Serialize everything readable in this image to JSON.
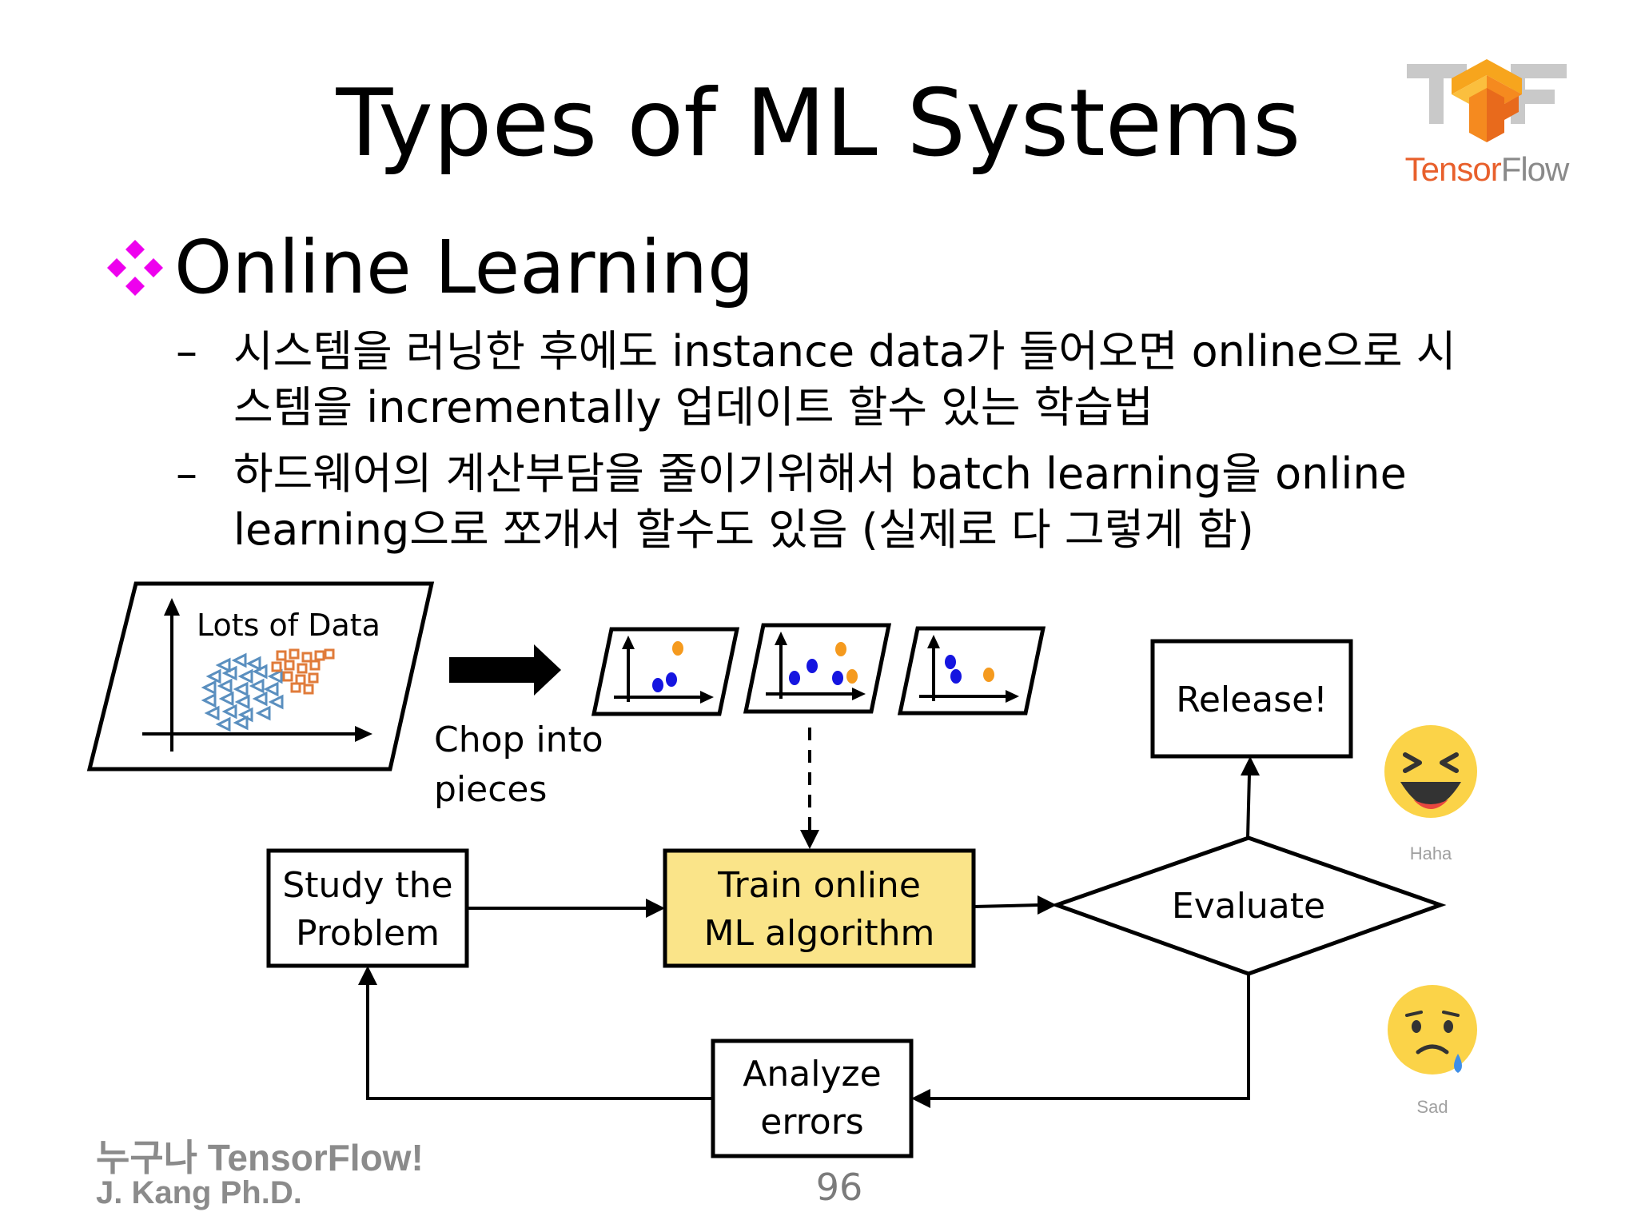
{
  "title": "Types of ML Systems",
  "logo": {
    "text_part1": "Tensor",
    "text_part2": "Flow",
    "primary_color": "#f5a020",
    "secondary_color": "#e8602c"
  },
  "heading": {
    "text": "Online Learning",
    "bullet_color": "#ee00ee"
  },
  "bullets": [
    {
      "dash": "–",
      "text": "시스템을 러닝한 후에도 instance data가 들어오면 online으로 시스템을 incrementally 업데이트 할수 있는 학습법"
    },
    {
      "dash": "–",
      "text": "하드웨어의 계산부담을 줄이기위해서  batch learning을 online learning으로 쪼개서 할수도 있음 (실제로 다 그렇게 함)"
    }
  ],
  "diagram": {
    "lots_of_data": "Lots of Data",
    "chop_line1": "Chop into",
    "chop_line2": "pieces",
    "release": "Release!",
    "study_line1": "Study the",
    "study_line2": "Problem",
    "train_line1": "Train online",
    "train_line2": "ML algorithm",
    "evaluate": "Evaluate",
    "analyze_line1": "Analyze",
    "analyze_line2": "errors",
    "train_fill": "#fae489",
    "point_colors": {
      "blue": "#1515e0",
      "orange": "#f59a1e",
      "data_blue": "#5a8fbf",
      "data_orange": "#e07b3a"
    }
  },
  "emojis": [
    {
      "icon": "laughing-emoji",
      "label": "Haha"
    },
    {
      "icon": "sad-emoji",
      "label": "Sad"
    }
  ],
  "footer": {
    "line1": "누구나 TensorFlow!",
    "line2": "J. Kang Ph.D."
  },
  "page_number": "96"
}
